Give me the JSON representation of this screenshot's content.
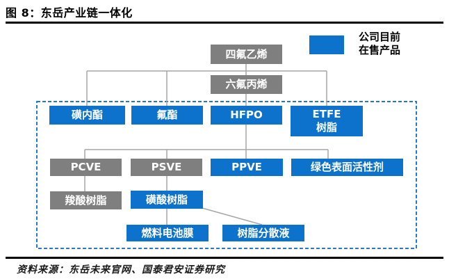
{
  "title": "图 8：东岳产业链一体化",
  "legend": {
    "label": "公司目前\n在售产品",
    "meaning": "蓝色方块代表公司目前在售产品"
  },
  "footer": {
    "source": "资料来源：东岳未来官网、国泰君安证券研究"
  },
  "colors": {
    "onsale_blue": "#0C72CC",
    "precursor_gray": "#7F7F7F",
    "connector_gray": "#A6A6A6",
    "dashed_border_blue": "#1E7CD8",
    "rule_black": "#000000"
  },
  "nodes": {
    "tfe": {
      "label": "四氟乙烯",
      "type": "precursor"
    },
    "hfp": {
      "label": "六氟丙烯",
      "type": "precursor"
    },
    "sultone": {
      "label": "磺内酯",
      "type": "onsale"
    },
    "fluoroester": {
      "label": "氟酯",
      "type": "onsale"
    },
    "hfpo": {
      "label": "HFPO",
      "type": "onsale"
    },
    "etfe": {
      "label": "ETFE\n树脂",
      "type": "onsale"
    },
    "pcve": {
      "label": "PCVE",
      "type": "precursor"
    },
    "psve": {
      "label": "PSVE",
      "type": "precursor"
    },
    "ppve": {
      "label": "PPVE",
      "type": "onsale"
    },
    "surfactant": {
      "label": "绿色表面活性剂",
      "type": "onsale"
    },
    "carboxylic": {
      "label": "羧酸树脂",
      "type": "precursor"
    },
    "sulfonic": {
      "label": "磺酸树脂",
      "type": "onsale"
    },
    "fuelcell": {
      "label": "燃料电池膜",
      "type": "onsale"
    },
    "dispersion": {
      "label": "树脂分散液",
      "type": "onsale"
    }
  },
  "edges": [
    [
      "tfe",
      "sultone"
    ],
    [
      "tfe",
      "fluoroester"
    ],
    [
      "tfe",
      "hfp"
    ],
    [
      "tfe",
      "etfe"
    ],
    [
      "hfp",
      "hfpo"
    ],
    [
      "hfpo",
      "pcve"
    ],
    [
      "hfpo",
      "psve"
    ],
    [
      "hfpo",
      "ppve"
    ],
    [
      "hfpo",
      "surfactant"
    ],
    [
      "pcve",
      "carboxylic"
    ],
    [
      "psve",
      "sulfonic"
    ],
    [
      "sulfonic",
      "fuelcell"
    ],
    [
      "sulfonic",
      "dispersion"
    ]
  ]
}
